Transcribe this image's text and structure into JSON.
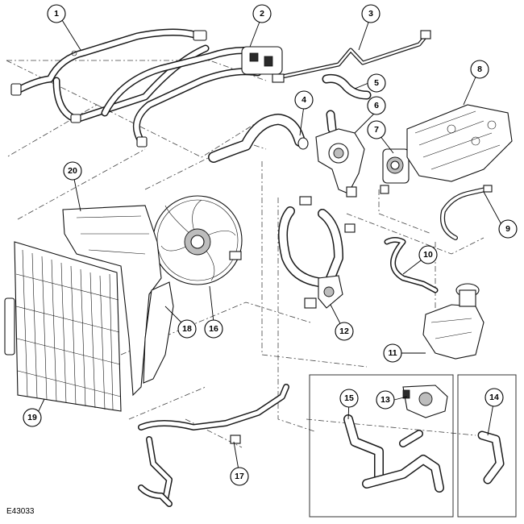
{
  "figure_code": "E43033",
  "callouts": [
    "1",
    "2",
    "3",
    "4",
    "5",
    "6",
    "7",
    "8",
    "9",
    "10",
    "11",
    "12",
    "13",
    "14",
    "15",
    "16",
    "17",
    "18",
    "19",
    "20"
  ],
  "colors": {
    "line": "#000000",
    "background": "#ffffff",
    "shade": "#bdbdbd"
  }
}
